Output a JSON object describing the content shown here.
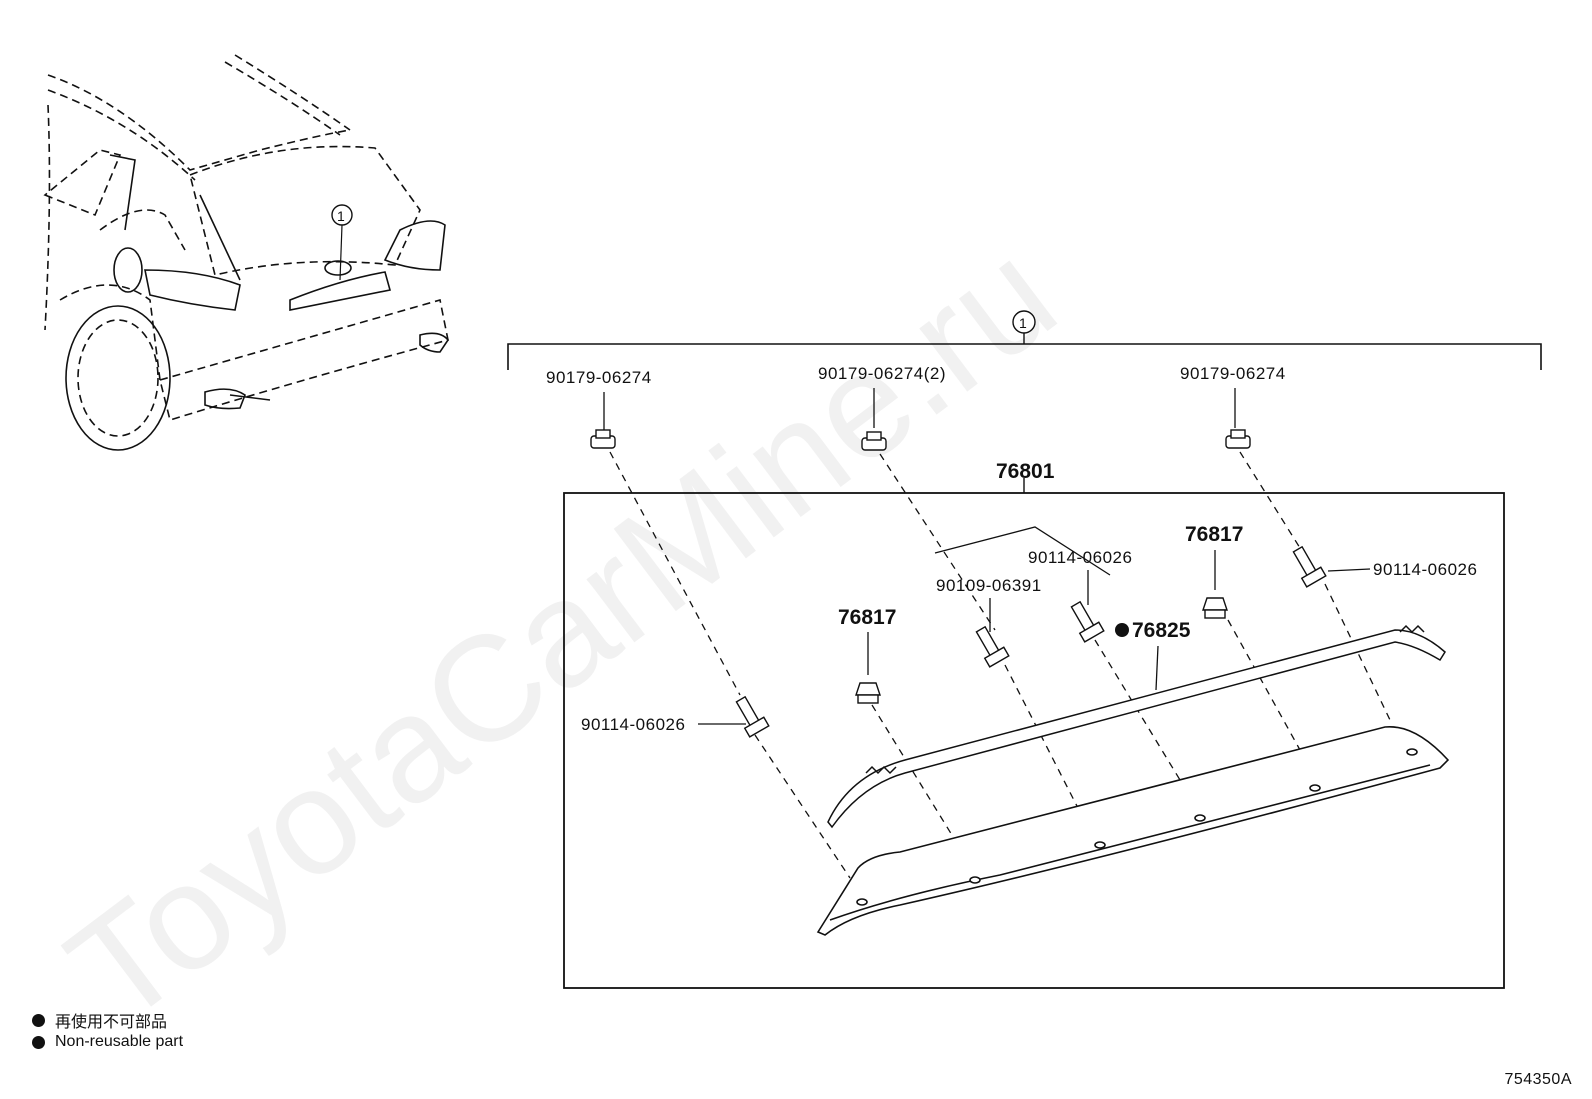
{
  "watermark": "ToyotaCarMine.ru",
  "callout_index": "1",
  "assembly_number": "76801",
  "parts": {
    "nut_left": "90179-06274",
    "nut_center": "90179-06274(2)",
    "nut_right": "90179-06274",
    "bolt_left": "90114-06026",
    "bolt_center": "90114-06026",
    "bolt_right": "90114-06026",
    "stud": "90109-06391",
    "clip_left": "76817",
    "clip_right": "76817",
    "seal": "76825"
  },
  "legend": {
    "jp": "再使用不可部品",
    "en": "Non-reusable part"
  },
  "reference": "754350A"
}
